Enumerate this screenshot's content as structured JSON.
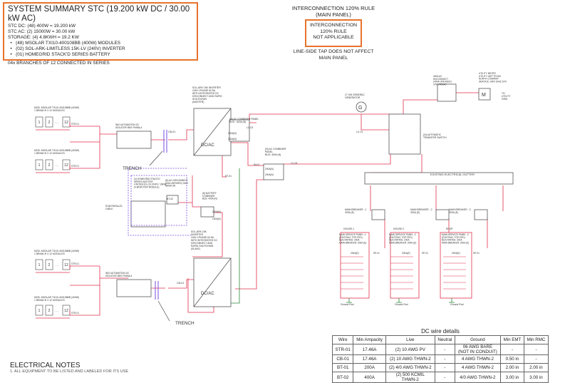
{
  "summary": {
    "title": "SYSTEM SUMMARY STC (19.200 kW DC / 30.00 kW AC)",
    "lines": [
      "STC DC: (48) 400W = 19.200 kW",
      "STC AC: (2) 15000W = 30.00 kW",
      "STORAGE: (4) 4.8KWH = 19.2 KW"
    ],
    "bullets": [
      "(48) MSOLAR TXI10-400108BB (400W) MODULES",
      "(02) SOL-ARK-LIMITLESS 15K-LV (240V) INVERTER",
      "(01) HOMEGRID STACK'D SERIES BATTERY"
    ],
    "branches": "04x BRANCHES OF 12 CONNECTED IN SERIES"
  },
  "interconnection": {
    "title": "INTERCONNECTION 120% RULE\n(MAIN PANEL)",
    "box": "INTERCONNECTION\n120% RULE\nNOT APPLICABLE",
    "note": "LINE-SIDE TAP DOES NOT AFFECT\nMAIN PANEL"
  },
  "diagram": {
    "arrays": [
      {
        "label": "MOD: MSOLAR TXI10-400108BB (400W)\n1 BRANCH X 12 MODULES"
      },
      {
        "label": "MOD: MSOLAR TXI10-400108BB (400W)\n1 BRANCH X 12 MODULES"
      },
      {
        "label": "MOD: MSOLAR TXI10-400108BB (400W)\n1 BRANCH X 12 MODULES"
      },
      {
        "label": "MOD: MSOLAR TXI10-400108BB (400W)\n1 BRANCH X 12 MODULES"
      }
    ],
    "module_nums": [
      "1",
      "2",
      "12"
    ],
    "dots": "- -",
    "str_label": "STR-01",
    "cb_label": "CB-01",
    "bt01": "BT-01",
    "bt02": "BT-02",
    "in01": "IN-01",
    "lc01": "LC-01",
    "lc02": "LC-02",
    "lc03": "LC-03",
    "isolator": "IMO AUTOMATION DC\nISOLATOR 550V PMMA-4",
    "trench": "TRENCH",
    "rj48": "RJ48 PARALLEL\nCABLE",
    "inv_master": "SOL-ARK 15K INVERTER\n240V 1PHASE 62.5A\nWITH INTEGRATED DC\nDISCONNECT AND RAPID\nSHUTDOWN\n(MASTER)",
    "inv_slave": "SOL-ARK 15K\nINVERTER\n240V 1PHASE 62.5A\nWITH INTEGRATED DC\nDISCONNECT AND\nRAPID SHUTDOWN\n(SLAVE)",
    "dcac": "DC/AC",
    "battery": "(4) HOMEGRID STACK'D\nSERIES BATTERY\n4 MODULES (19.2KWh / 19kW)\n(4.8KWh PER MODULE)",
    "ac_disc": "(N) AC DISCONNECT\n(60A UNFUSED) 240V\nNEMA 3R",
    "batt_combiner": "(N) BATTERY\nCOMBINER\nBUS: 400A (N)",
    "amp200": "200A(N)",
    "amp100": "100A(N)",
    "amp200b": "200A(N)",
    "amp200c": "200A(N)",
    "ac_comb1": "(N) AC COMBINER PANEL\nBUS : 400A (N)",
    "ac_comb2": "(N) AC COMBINER\nPANEL\nBUS: 400A (N)",
    "amp200d": "200A(N)",
    "amp200e": "200A(N)",
    "generator": "27 KW GENERAC\nGENERATOR",
    "gen_symbol": "G",
    "ats": "(N) AUTOMATIC\nTRANSFER SWITCH",
    "main_disc": "400A AC\nDISCONNECT\n(400A UNFUSED)\n1PH 240VAC",
    "meter_symbol": "M",
    "meter": "UTILITY METER\nUTILITY: AEP TEXAS\nNORTH COMPANY\nSERVICE: 240V 60HZ 1PH",
    "to_grid": "TO\nUTILITY\nGRID",
    "gutter": "EXISTING ELECTRICAL GUTTER",
    "breakers": [
      "MAIN BREAKER - 1\n300A (E)",
      "MAIN BREAKER - 2\n300A (E)",
      "MAIN BREAKER - 3\n300A (E)"
    ],
    "houses": [
      "HOUSE-1",
      "HOUSE-2",
      "SHOP"
    ],
    "panels": [
      "MAIN SERVICE PANEL -1\n(EXISTING, TOP-FED)\nBUS RATING: 200A\nMAIN BREAKER: 200A (E)",
      "MAIN SERVICE PANEL -2\n(EXISTING, TOP-FED)\nBUS RATING: 200A\nMAIN BREAKER: 200A (E)",
      "MAIN SERVICE PANEL -3\n(EXISTING, TOP-FED)\nBUS RATING: 200A\nMAIN BREAKER: 200A (E)"
    ],
    "panel_amp": "200A(E)",
    "ground_rod": "Ground Rod",
    "sp01": "SP-01"
  },
  "wire_table": {
    "title": "DC wire details",
    "headers": [
      "Wire",
      "Min Ampacity",
      "Live",
      "Neutral",
      "Ground",
      "Min EMT",
      "Min RMC"
    ],
    "rows": [
      [
        "STR-01",
        "17.46A",
        "(2) 10 AWG PV",
        "-",
        "06 AWG BARE\n(NOT IN CONDUIT)",
        "-",
        "-"
      ],
      [
        "CB-01",
        "17.46A",
        "(2) 10 AWG THWN-2",
        "-",
        "4 AWG THWN-2",
        "0.50 in",
        "-"
      ],
      [
        "BT-01",
        "200A",
        "(2) 4/0 AWG THWN-2",
        "-",
        "4 AWG THWN-2",
        "2.00 in",
        "2.00 in"
      ],
      [
        "BT-02",
        "400A",
        "(2) 500 KCMIL\nTHWN-2",
        "-",
        "4/0 AWG THWN-2",
        "3.00 in",
        "3.00 in"
      ]
    ]
  },
  "notes": {
    "title": "ELECTRICAL NOTES",
    "first": "1. ALL EQUIPMENT TO BE LISTED AND LABELED FOR ITS USE"
  },
  "colors": {
    "accent": "#e8732c",
    "dc_wire": "#e0304c",
    "ac_wire": "#e0304c",
    "ground": "#2a8a3a",
    "neutral": "#4c5bd4",
    "data_cable": "#7a4be0"
  }
}
